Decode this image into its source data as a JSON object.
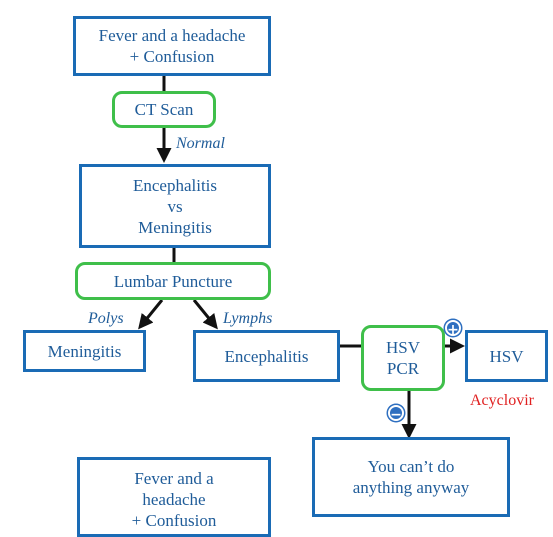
{
  "nodes": {
    "fever_top": "Fever and a headache\n+ Confusion",
    "ct_scan": "CT Scan",
    "enceph_vs_men": "Encephalitis\nvs\nMeningitis",
    "lumbar_puncture": "Lumbar Puncture",
    "meningitis": "Meningitis",
    "encephalitis": "Encephalitis",
    "hsv_pcr": "HSV\nPCR",
    "hsv": "HSV",
    "cant_do": "You can’t do\nanything anyway",
    "fever_bottom": "Fever and a\nheadache\n+ Confusion"
  },
  "edge_labels": {
    "normal": "Normal",
    "polys": "Polys",
    "lymphs": "Lymphs",
    "positive": "+",
    "negative": "−"
  },
  "notes": {
    "acyclovir": "Acyclovir"
  },
  "colors": {
    "blue_border": "#1a6bb5",
    "green_border": "#3fbf4a",
    "text_blue": "#1f5c99",
    "red_text": "#e02020"
  }
}
